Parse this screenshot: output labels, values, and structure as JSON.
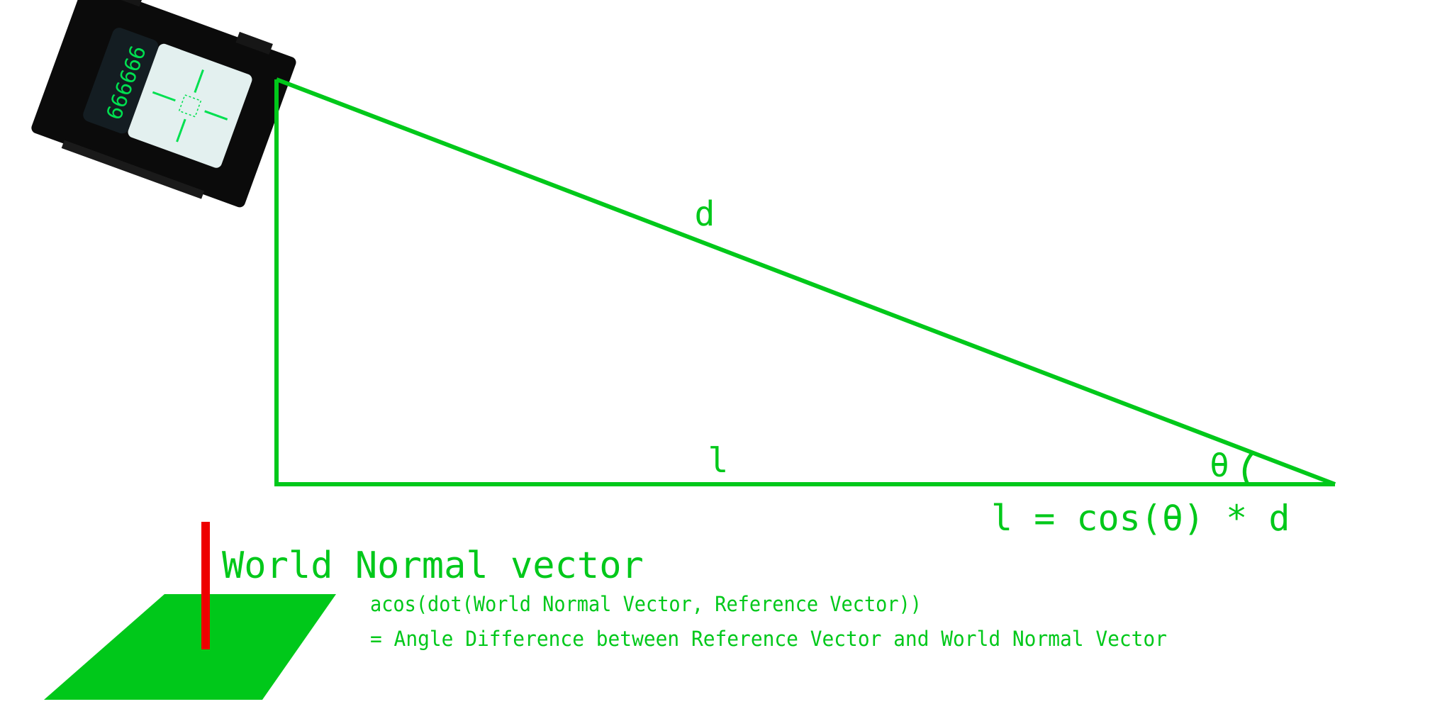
{
  "diagram": {
    "colors": {
      "line": "#00c81a",
      "text": "#00c81a",
      "plane": "#00c81a",
      "normal": "#ee0000",
      "device_body": "#0b0b0b",
      "device_screen": "#e3f0ef",
      "device_readout": "#00e050"
    },
    "device": {
      "icon": "rangefinder-device-icon",
      "readout": "666666"
    },
    "triangle": {
      "hypotenuse_label": "d",
      "adjacent_label": "l",
      "angle_label": "θ",
      "formula": "l = cos(θ) * d"
    },
    "normal_section": {
      "icon": "ground-plane-normal-icon",
      "title": "World Normal vector",
      "expression": "acos(dot(World Normal Vector, Reference Vector))",
      "result": "= Angle Difference between Reference Vector and World Normal Vector"
    }
  }
}
